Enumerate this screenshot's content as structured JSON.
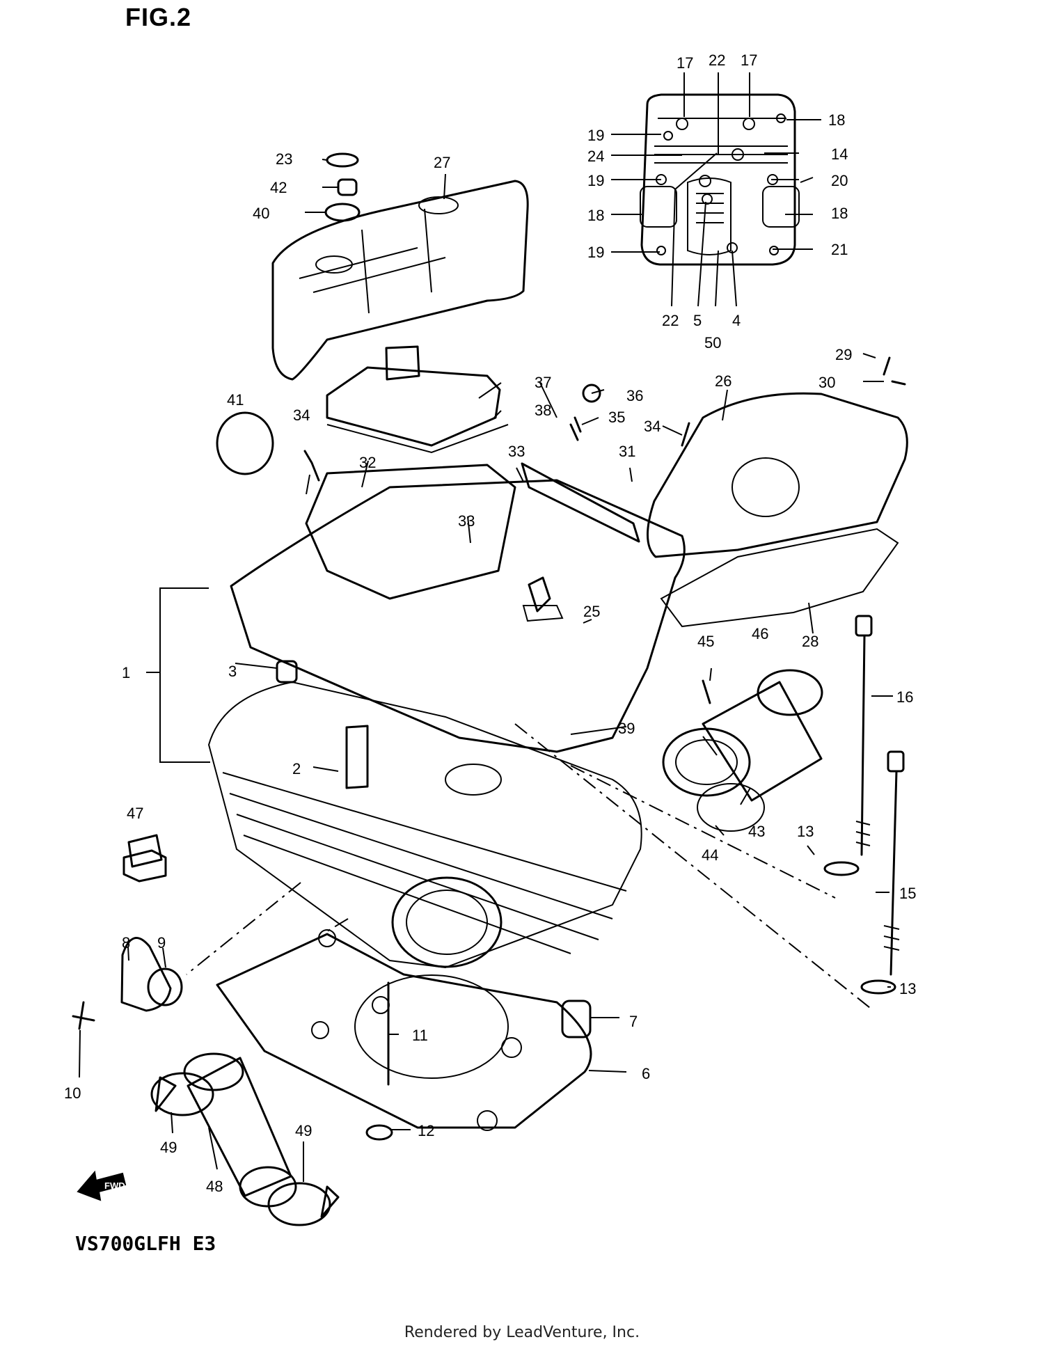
{
  "figure": {
    "title": "FIG.2",
    "model": "VS700GLFH E3",
    "footer": "Rendered by LeadVenture, Inc.",
    "fwd_label": "FWD"
  },
  "callouts": {
    "c1": "1",
    "c2": "2",
    "c3": "3",
    "c4": "4",
    "c5": "5",
    "c6": "6",
    "c7": "7",
    "c8": "8",
    "c9": "9",
    "c10": "10",
    "c11": "11",
    "c12": "12",
    "c13a": "13",
    "c13b": "13",
    "c14": "14",
    "c15": "15",
    "c16": "16",
    "c17a": "17",
    "c17b": "17",
    "c18a": "18",
    "c18b": "18",
    "c18c": "18",
    "c19a": "19",
    "c19b": "19",
    "c19c": "19",
    "c20": "20",
    "c21": "21",
    "c22a": "22",
    "c22b": "22",
    "c23": "23",
    "c24": "24",
    "c25": "25",
    "c26": "26",
    "c27": "27",
    "c28": "28",
    "c29": "29",
    "c30": "30",
    "c31": "31",
    "c32": "32",
    "c33a": "33",
    "c33b": "33",
    "c34a": "34",
    "c34b": "34",
    "c35": "35",
    "c36": "36",
    "c37": "37",
    "c38": "38",
    "c39": "39",
    "c40": "40",
    "c41": "41",
    "c42": "42",
    "c43": "43",
    "c44": "44",
    "c45": "45",
    "c46": "46",
    "c47": "47",
    "c48": "48",
    "c49a": "49",
    "c49b": "49",
    "c50": "50"
  }
}
